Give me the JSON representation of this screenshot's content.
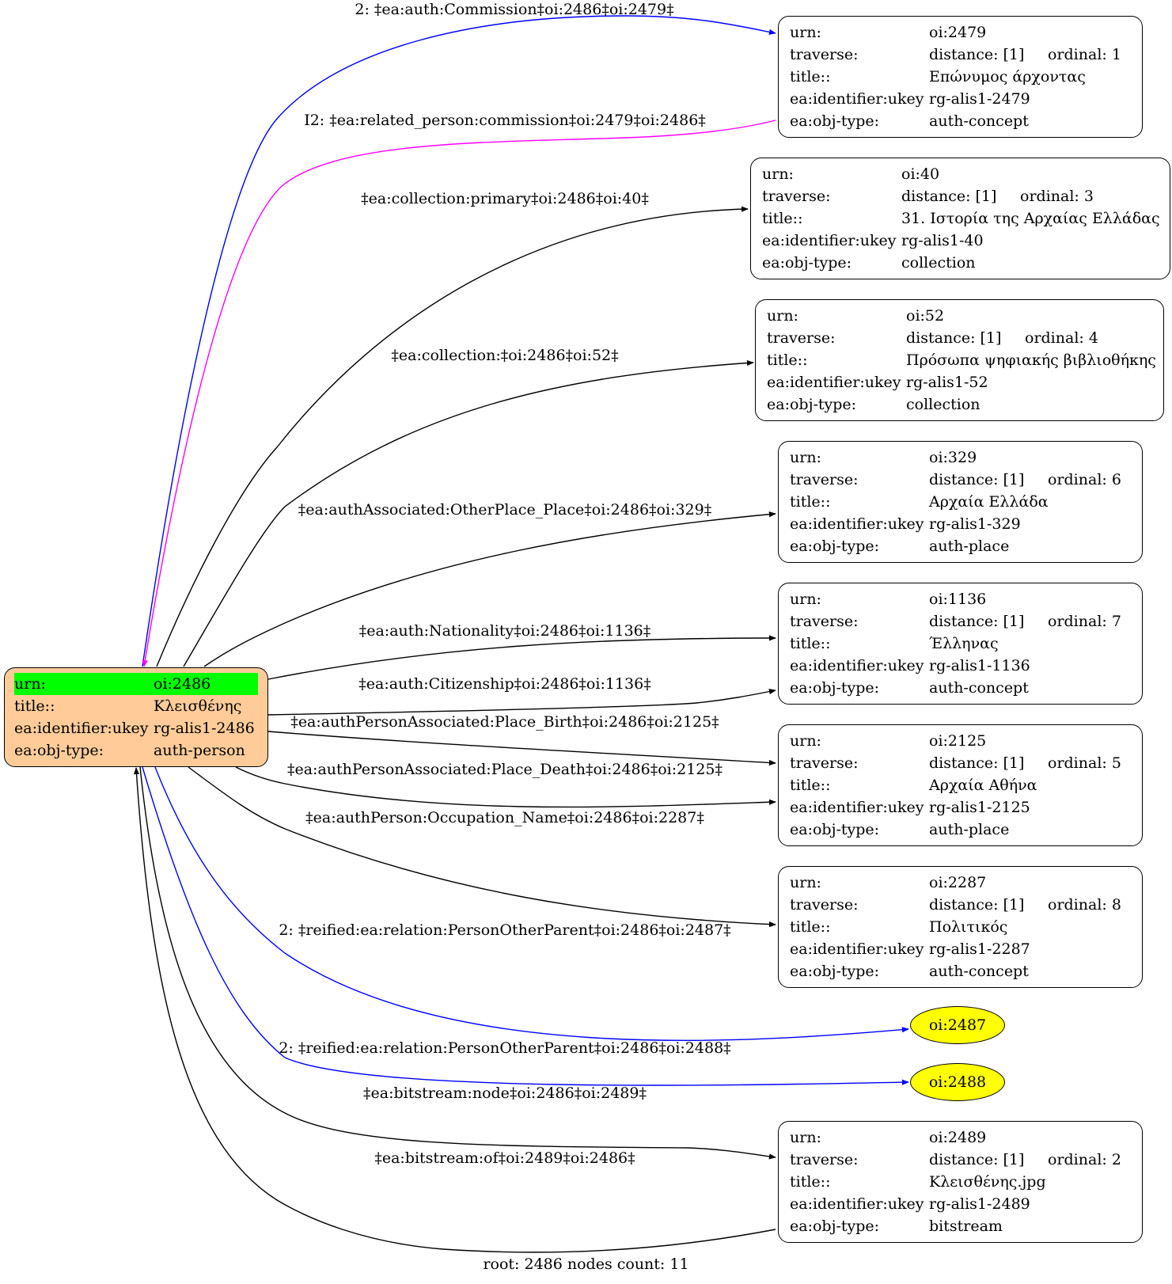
{
  "root": {
    "rows": [
      {
        "key": "urn:",
        "value": "oi:2486"
      },
      {
        "key": "title::",
        "value": "Κλεισθένης"
      },
      {
        "key": "ea:identifier:ukey",
        "value": "rg-alis1-2486"
      },
      {
        "key": "ea:obj-type:",
        "value": "auth-person"
      }
    ],
    "colors": {
      "fill": "#ffcc99",
      "highlight": "#00ff00"
    }
  },
  "nodes": [
    {
      "urn": "oi:2479",
      "distance": "distance: [1]",
      "ordinal": "ordinal: 1",
      "title": "Επώνυμος άρχοντας",
      "ukey": "rg-alis1-2479",
      "type": "auth-concept"
    },
    {
      "urn": "oi:40",
      "distance": "distance: [1]",
      "ordinal": "ordinal: 3",
      "title": "31. Ιστορία της Αρχαίας Ελλάδας",
      "ukey": "rg-alis1-40",
      "type": "collection"
    },
    {
      "urn": "oi:52",
      "distance": "distance: [1]",
      "ordinal": "ordinal: 4",
      "title": "Πρόσωπα ψηφιακής βιβλιοθήκης",
      "ukey": "rg-alis1-52",
      "type": "collection"
    },
    {
      "urn": "oi:329",
      "distance": "distance: [1]",
      "ordinal": "ordinal: 6",
      "title": "Αρχαία Ελλάδα",
      "ukey": "rg-alis1-329",
      "type": "auth-place"
    },
    {
      "urn": "oi:1136",
      "distance": "distance: [1]",
      "ordinal": "ordinal: 7",
      "title": "Έλληνας",
      "ukey": "rg-alis1-1136",
      "type": "auth-concept"
    },
    {
      "urn": "oi:2125",
      "distance": "distance: [1]",
      "ordinal": "ordinal: 5",
      "title": "Αρχαία Αθήνα",
      "ukey": "rg-alis1-2125",
      "type": "auth-place"
    },
    {
      "urn": "oi:2287",
      "distance": "distance: [1]",
      "ordinal": "ordinal: 8",
      "title": "Πολιτικός",
      "ukey": "rg-alis1-2287",
      "type": "auth-concept"
    },
    {
      "urn": "oi:2489",
      "distance": "distance: [1]",
      "ordinal": "ordinal: 2",
      "title": "Κλεισθένης.jpg",
      "ukey": "rg-alis1-2489",
      "type": "bitstream"
    }
  ],
  "field_keys": {
    "urn": "urn:",
    "traverse": "traverse:",
    "title": "title::",
    "ukey": "ea:identifier:ukey",
    "type": "ea:obj-type:"
  },
  "ellipses": [
    {
      "label": "oi:2487"
    },
    {
      "label": "oi:2488"
    }
  ],
  "ellipse_fill": "#ffff00",
  "edge_colors": {
    "default": "#000000",
    "reified": "#0000ff",
    "related": "#ff00ff"
  },
  "edges": [
    {
      "label": "2: ‡ea:auth:Commission‡oi:2486‡oi:2479‡",
      "color": "#0000ff"
    },
    {
      "label": "I2: ‡ea:related_person:commission‡oi:2479‡oi:2486‡",
      "color": "#ff00ff"
    },
    {
      "label": "‡ea:collection:primary‡oi:2486‡oi:40‡",
      "color": "#000000"
    },
    {
      "label": "‡ea:collection:‡oi:2486‡oi:52‡",
      "color": "#000000"
    },
    {
      "label": "‡ea:authAssociated:OtherPlace_Place‡oi:2486‡oi:329‡",
      "color": "#000000"
    },
    {
      "label": "‡ea:auth:Nationality‡oi:2486‡oi:1136‡",
      "color": "#000000"
    },
    {
      "label": "‡ea:auth:Citizenship‡oi:2486‡oi:1136‡",
      "color": "#000000"
    },
    {
      "label": "‡ea:authPersonAssociated:Place_Birth‡oi:2486‡oi:2125‡",
      "color": "#000000"
    },
    {
      "label": "‡ea:authPersonAssociated:Place_Death‡oi:2486‡oi:2125‡",
      "color": "#000000"
    },
    {
      "label": "‡ea:authPerson:Occupation_Name‡oi:2486‡oi:2287‡",
      "color": "#000000"
    },
    {
      "label": "2: ‡reified:ea:relation:PersonOtherParent‡oi:2486‡oi:2487‡",
      "color": "#0000ff"
    },
    {
      "label": "2: ‡reified:ea:relation:PersonOtherParent‡oi:2486‡oi:2488‡",
      "color": "#0000ff"
    },
    {
      "label": "‡ea:bitstream:node‡oi:2486‡oi:2489‡",
      "color": "#000000"
    },
    {
      "label": "‡ea:bitstream:of‡oi:2489‡oi:2486‡",
      "color": "#000000"
    }
  ],
  "footer": "root: 2486 nodes count: 11"
}
